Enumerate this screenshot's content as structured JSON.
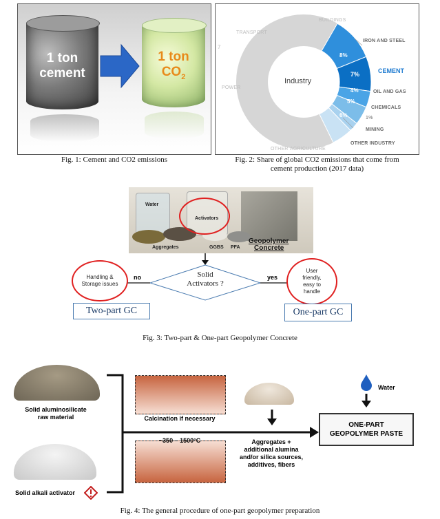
{
  "fig1": {
    "caption": "Fig. 1: Cement and CO2 emissions",
    "left_cylinder": {
      "line1": "1 ton",
      "line2": "cement"
    },
    "right_cylinder": {
      "line1": "1 ton",
      "line2": "CO",
      "subscript": "2"
    }
  },
  "fig2": {
    "caption_line1": "Fig. 2: Share of global CO2 emissions that come from",
    "caption_line2": "cement production (2017 data)",
    "center_label": "Industry",
    "outer_labels": {
      "buildings": "BUILDINGS",
      "transport": "TRANSPORT",
      "power": "POWER",
      "other": "OTHER",
      "agriculture": "AGRICULTURE"
    },
    "slices": [
      {
        "label": "IRON AND STEEL",
        "value": "8%",
        "color": "#2f8fdc"
      },
      {
        "label": "CEMENT",
        "value": "7%",
        "color": "#0b6fc4"
      },
      {
        "label": "OIL AND GAS",
        "value": "4%",
        "color": "#4aa4e6"
      },
      {
        "label": "CHEMICALS",
        "value": "5%",
        "color": "#7cbde9"
      },
      {
        "label": "MINING",
        "value": "1%",
        "color": "#c9e2f4"
      },
      {
        "label": "OTHER INDUSTRY",
        "value": "6%",
        "color": "#a9d2ef"
      }
    ],
    "small_mark": "7"
  },
  "fig3": {
    "caption": "Fig. 3: Two-part & One-part Geopolymer Concrete",
    "photo_labels": {
      "water": "Water",
      "activators": "Activators",
      "aggregates": "Aggregates",
      "ggbs": "GGBS",
      "pfa": "PFA",
      "geo1": "Geopolymer",
      "geo2": "Concrete"
    },
    "decision": {
      "line1": "Solid",
      "line2": "Activators ?"
    },
    "no_label": "no",
    "yes_label": "yes",
    "left_bubble": {
      "line1": "Handling &",
      "line2": "Storage issues"
    },
    "right_bubble": {
      "line1": "User",
      "line2": "friendly,",
      "line3": "easy to",
      "line4": "handle"
    },
    "left_box": "Two-part GC",
    "right_box": "One-part GC"
  },
  "fig4": {
    "caption": "Fig. 4: The general procedure of one-part geopolymer preparation",
    "raw_material": {
      "line1": "Solid aluminosilicate",
      "line2": "raw material"
    },
    "activator": "Solid alkali activator",
    "calcination": "Calcination if necessary",
    "temperature": "~350 – 1500°C",
    "additives": {
      "line1": "Aggregates +",
      "line2": "additional alumina",
      "line3": "and/or silica sources,",
      "line4": "additives, fibers"
    },
    "water": "Water",
    "result": {
      "line1": "ONE-PART",
      "line2": "GEOPOLYMER PASTE"
    }
  }
}
